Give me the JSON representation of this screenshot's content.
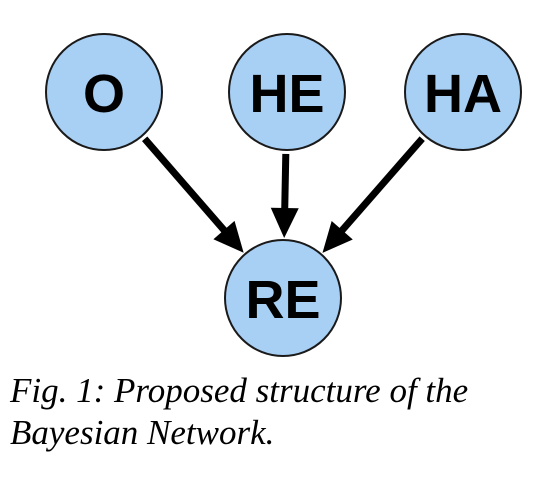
{
  "diagram": {
    "nodes": [
      {
        "id": "O",
        "label": "O"
      },
      {
        "id": "HE",
        "label": "HE"
      },
      {
        "id": "HA",
        "label": "HA"
      },
      {
        "id": "RE",
        "label": "RE"
      }
    ],
    "edges": [
      {
        "from": "O",
        "to": "RE"
      },
      {
        "from": "HE",
        "to": "RE"
      },
      {
        "from": "HA",
        "to": "RE"
      }
    ],
    "colors": {
      "node_fill": "#a8cff4",
      "node_stroke": "#1a1a1a",
      "edge": "#000000"
    }
  },
  "caption": {
    "line1": "Fig. 1: Proposed structure of the",
    "line2": "Bayesian Network."
  }
}
